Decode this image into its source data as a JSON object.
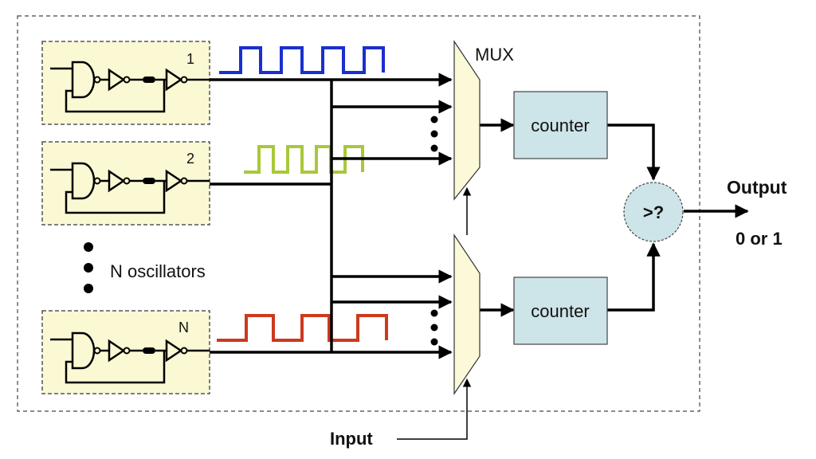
{
  "oscillators": [
    {
      "label": "1",
      "wave_color": "#1a2fd0"
    },
    {
      "label": "2",
      "wave_color": "#a8c83a"
    },
    {
      "label": "N",
      "wave_color": "#cc3a1e"
    }
  ],
  "n_oscillators_label": "N oscillators",
  "mux_label": "MUX",
  "counter_labels": [
    "counter",
    "counter"
  ],
  "comparator_label": ">?",
  "output_label": "Output",
  "output_values": "0 or 1",
  "input_label": "Input",
  "colors": {
    "oscillator_fill": "#fbf8d4",
    "mux_fill": "#fcf9d8",
    "counter_fill": "#cde4e8",
    "comparator_fill": "#cde4e8",
    "wire": "#000000",
    "border": "#555555"
  }
}
